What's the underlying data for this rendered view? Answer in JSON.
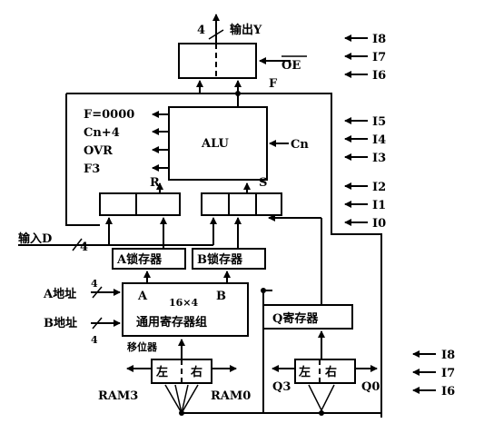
{
  "output": {
    "label": "输出Y",
    "width": "4"
  },
  "oe": "OE",
  "f_signal": "F",
  "alu": {
    "label": "ALU",
    "cn_in": "Cn"
  },
  "alu_outputs": {
    "f0": "F=0000",
    "cn4": "Cn+4",
    "ovr": "OVR",
    "f3": "F3"
  },
  "alu_ports": {
    "r": "R",
    "s": "S"
  },
  "input_d": {
    "label": "输入D",
    "width": "4"
  },
  "latches": {
    "a": "A锁存器",
    "b": "B锁存器"
  },
  "reg_file": {
    "title": "16×4",
    "name": "通用寄存器组",
    "port_a": "A",
    "port_b": "B"
  },
  "addresses": {
    "a": "A地址",
    "a_width": "4",
    "b": "B地址",
    "b_width": "4"
  },
  "shifter": {
    "label": "移位器",
    "left": "左",
    "right": "右",
    "ram3": "RAM3",
    "ram0": "RAM0"
  },
  "q_register": {
    "label": "Q寄存器",
    "left": "左",
    "right": "右",
    "q3": "Q3",
    "q0": "Q0"
  },
  "instruction_bits": {
    "top": [
      "I8",
      "I7",
      "I6"
    ],
    "middle": [
      "I5",
      "I4",
      "I3"
    ],
    "lower": [
      "I2",
      "I1",
      "I0"
    ],
    "bottom": [
      "I8",
      "I7",
      "I6"
    ]
  }
}
